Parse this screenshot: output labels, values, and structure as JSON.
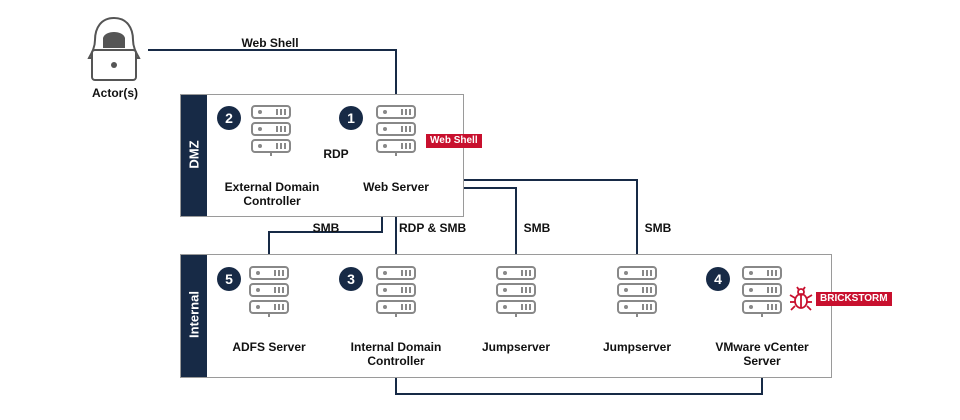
{
  "actor": {
    "label": "Actor(s)",
    "icon": "hacker-icon"
  },
  "zones": {
    "dmz": {
      "title": "DMZ"
    },
    "internal": {
      "title": "Internal"
    }
  },
  "nodes": {
    "web_server": {
      "step": "1",
      "label": "Web Server",
      "tag": "Web Shell"
    },
    "external_dc": {
      "step": "2",
      "label_line1": "External Domain",
      "label_line2": "Controller"
    },
    "internal_dc": {
      "step": "3",
      "label_line1": "Internal Domain",
      "label_line2": "Controller"
    },
    "vcenter": {
      "step": "4",
      "label_line1": "VMware vCenter",
      "label_line2": "Server",
      "tag": "BRICKSTORM",
      "tag_icon": "bug-icon"
    },
    "adfs": {
      "step": "5",
      "label": "ADFS Server"
    },
    "jumpserver_a": {
      "label": "Jumpserver"
    },
    "jumpserver_b": {
      "label": "Jumpserver"
    }
  },
  "edges": {
    "actor_to_web": "Web Shell",
    "web_to_extdc": "RDP",
    "web_to_adfs": "SMB",
    "web_to_intdc": "RDP & SMB",
    "web_to_jump_a": "SMB",
    "web_to_jump_b": "SMB"
  },
  "colors": {
    "navy": "#172a46",
    "red": "#c8102e",
    "server_stroke": "#888888",
    "zone_border": "#9a9a9a"
  }
}
